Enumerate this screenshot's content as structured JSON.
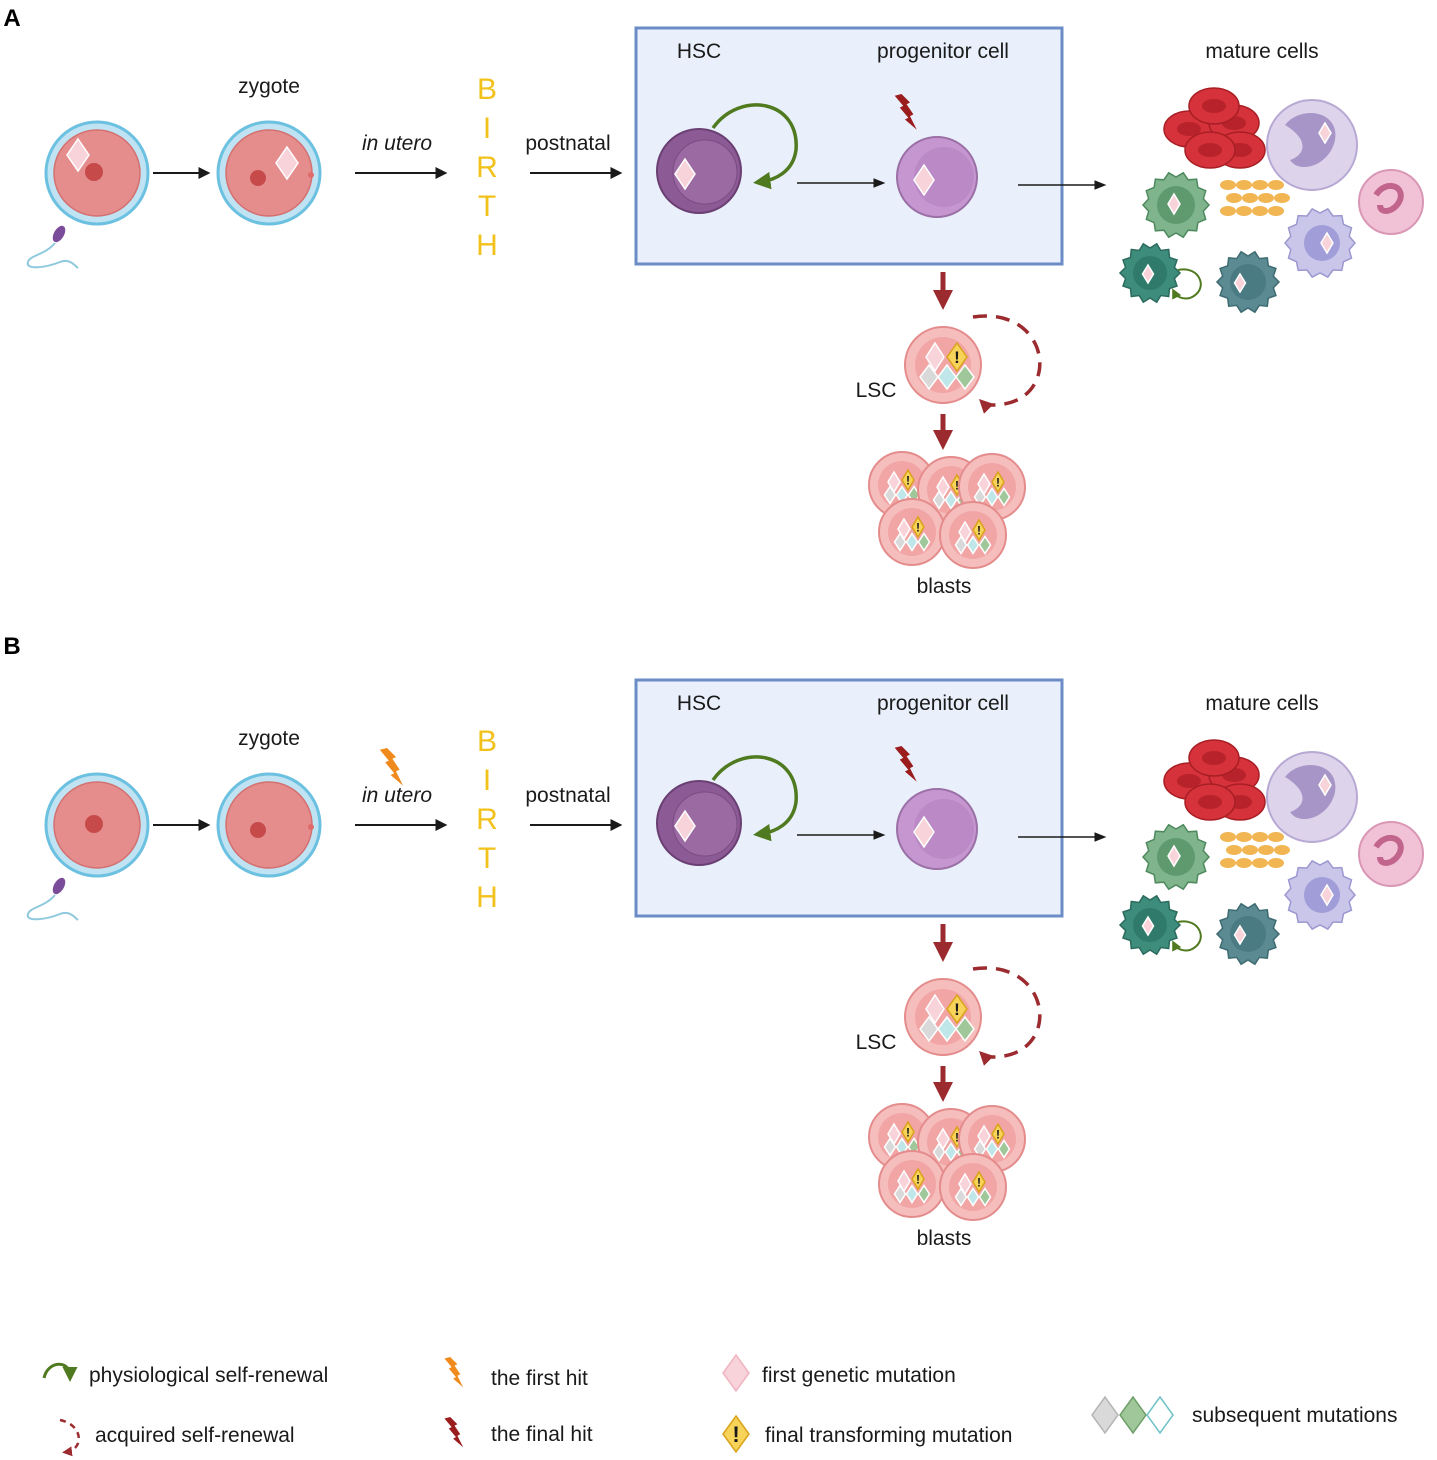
{
  "colors": {
    "birth_letters": "#f2c21b",
    "niche_box_fill": "#e9f0fb",
    "niche_box_stroke": "#6b8cc7",
    "hsc_cell": "#8c5a94",
    "progenitor_cell": "#c596cf",
    "lsc_cell": "#f2b3b3",
    "physiological_arrow": "#4f7a1f",
    "acquired_arrow": "#9b2b2f",
    "first_hit": "#f08a1c",
    "final_hit": "#9b1c1c",
    "first_mutation": "#f8d3da",
    "final_mutation": "#f7d35a",
    "subsequent_mutations": [
      "#d9d9d9",
      "#9fc79a",
      "#bfe6e8"
    ]
  },
  "panels": [
    {
      "letter": "A",
      "zygote_label": "zygote",
      "in_utero_label": "in utero",
      "birth_letters": [
        "B",
        "I",
        "R",
        "T",
        "H"
      ],
      "postnatal_label": "postnatal",
      "hsc_label": "HSC",
      "progenitor_label": "progenitor cell",
      "mature_label": "mature cells",
      "lsc_label": "LSC",
      "blasts_label": "blasts",
      "first_hit_in_utero": false
    },
    {
      "letter": "B",
      "zygote_label": "zygote",
      "in_utero_label": "in utero",
      "birth_letters": [
        "B",
        "I",
        "R",
        "T",
        "H"
      ],
      "postnatal_label": "postnatal",
      "hsc_label": "HSC",
      "progenitor_label": "progenitor cell",
      "mature_label": "mature cells",
      "lsc_label": "LSC",
      "blasts_label": "blasts",
      "first_hit_in_utero": true
    }
  ],
  "legend": {
    "physiological": "physiological self-renewal",
    "acquired": "acquired self-renewal",
    "first_hit": "the first hit",
    "final_hit": "the final hit",
    "first_mutation": "first genetic mutation",
    "final_mutation": "final transforming mutation",
    "subsequent": "subsequent mutations"
  }
}
